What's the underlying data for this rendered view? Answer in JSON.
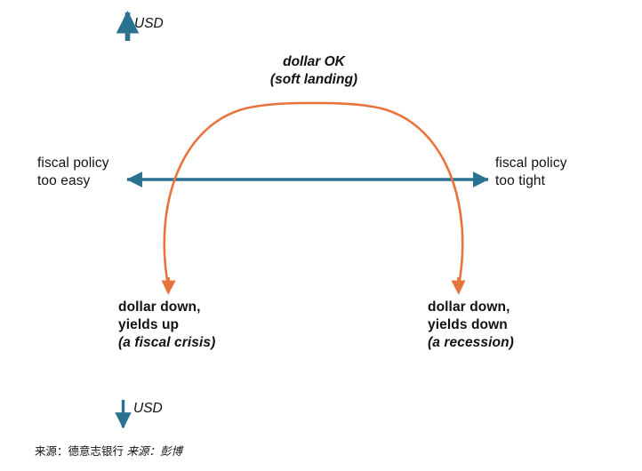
{
  "diagram": {
    "title_top": {
      "line1": "dollar OK",
      "line2": "(soft landing)"
    },
    "axis": {
      "left": {
        "line1": "fiscal policy",
        "line2": "too easy"
      },
      "right": {
        "line1": "fiscal policy",
        "line2": "too tight"
      }
    },
    "vertical_axis": {
      "up_label": "USD",
      "down_label": "USD"
    },
    "outcomes": [
      {
        "line1": "dollar down,",
        "line2": "yields up",
        "line3": "(a fiscal crisis)"
      },
      {
        "line1": "dollar down,",
        "line2": "yields down",
        "line3": "(a recession)"
      }
    ],
    "source": {
      "text_primary": "来源：德意志银行",
      "text_secondary": "来源：彭博"
    },
    "colors": {
      "arc": "#E8733C",
      "axis_arrow": "#2B7190",
      "usd_arrow": "#2B7190",
      "text": "#111111",
      "background": "#FFFFFF"
    }
  }
}
